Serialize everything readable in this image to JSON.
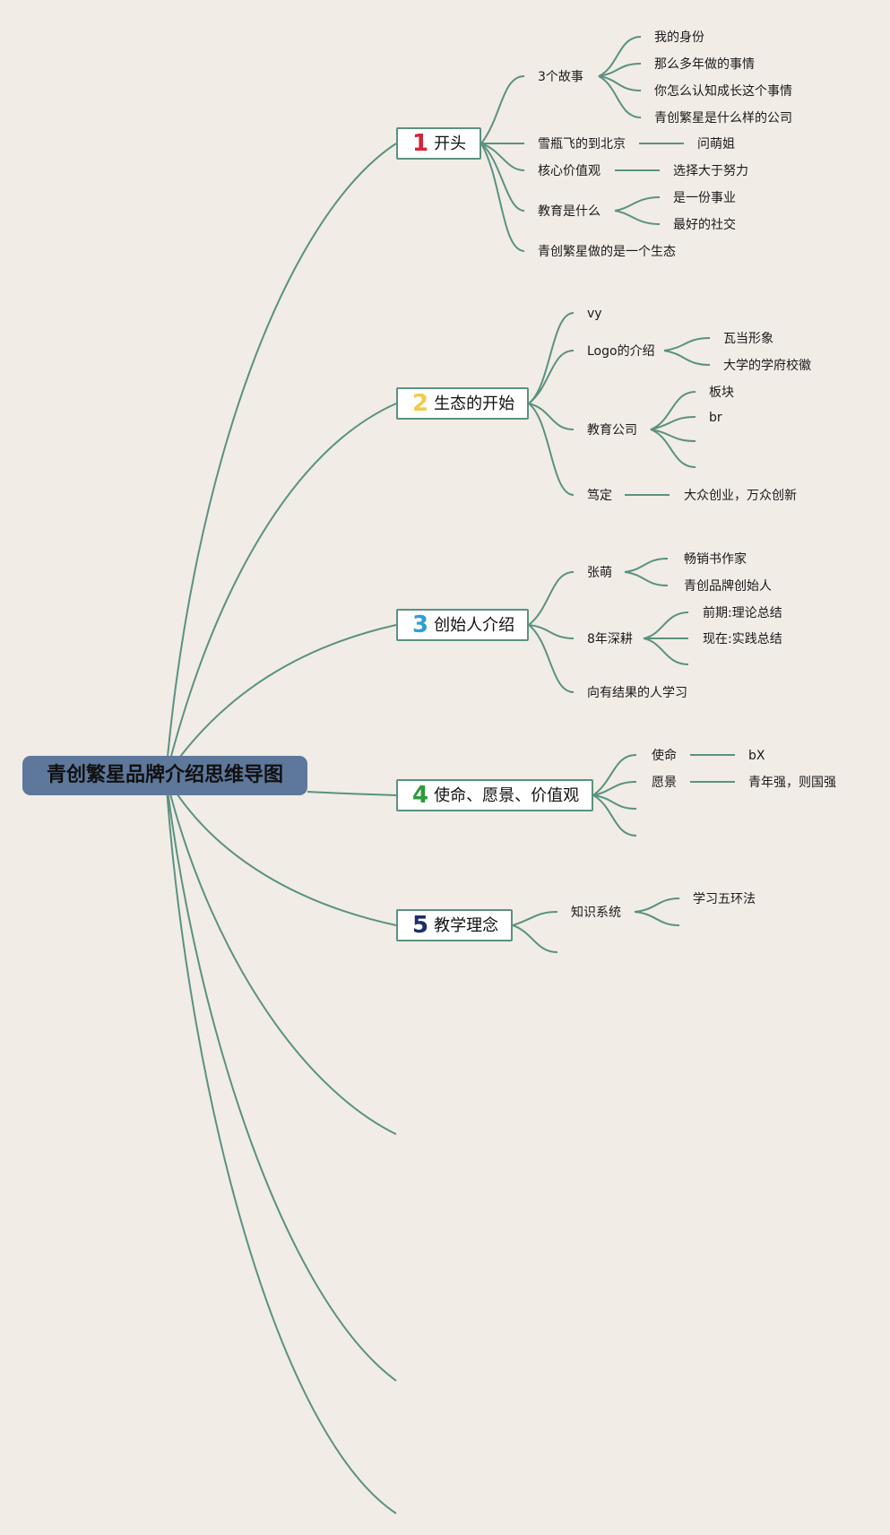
{
  "root": {
    "label": "青创繁星品牌介绍思维导图",
    "color": "#5e789b"
  },
  "link_color": "#5a927f",
  "branches": [
    {
      "number": "1",
      "number_color": "#d3243a",
      "label": "开头",
      "children": [
        {
          "label": "3个故事",
          "children": [
            "我的身份",
            "那么多年做的事情",
            "你怎么认知成长这个事情",
            "青创繁星是什么样的公司"
          ]
        },
        {
          "label": "雪瓶飞的到北京",
          "children": [
            "问萌姐"
          ]
        },
        {
          "label": "核心价值观",
          "children": [
            "选择大于努力"
          ]
        },
        {
          "label": "教育是什么",
          "children": [
            "是一份事业",
            "最好的社交"
          ]
        },
        {
          "label": "青创繁星做的是一个生态",
          "children": []
        }
      ]
    },
    {
      "number": "2",
      "number_color": "#f2cb4a",
      "label": "生态的开始",
      "children": [
        {
          "label": "vy",
          "children": []
        },
        {
          "label": "Logo的介绍",
          "children": [
            "瓦当形象",
            "大学的学府校徽"
          ]
        },
        {
          "label": "教育公司",
          "children": [
            "板块",
            "br",
            "",
            ""
          ]
        },
        {
          "label": "笃定",
          "children": [
            "大众创业，万众创新"
          ]
        }
      ]
    },
    {
      "number": "3",
      "number_color": "#2f9fd6",
      "label": "创始人介绍",
      "children": [
        {
          "label": "张萌",
          "children": [
            "畅销书作家",
            "青创品牌创始人"
          ]
        },
        {
          "label": "8年深耕",
          "children": [
            "前期:理论总结",
            "现在:实践总结",
            ""
          ]
        },
        {
          "label": "向有结果的人学习",
          "children": []
        }
      ]
    },
    {
      "number": "4",
      "number_color": "#2e9a3b",
      "label": "使命、愿景、价值观",
      "children": [
        {
          "label": "使命",
          "children": [
            "bX"
          ]
        },
        {
          "label": "愿景",
          "children": [
            "青年强，则国强"
          ]
        },
        {
          "label": "",
          "children": []
        },
        {
          "label": "",
          "children": []
        }
      ]
    },
    {
      "number": "5",
      "number_color": "#1f2d6b",
      "label": "教学理念",
      "children": [
        {
          "label": "知识系统",
          "children": [
            "学习五环法",
            ""
          ]
        },
        {
          "label": "",
          "children": []
        }
      ]
    }
  ]
}
